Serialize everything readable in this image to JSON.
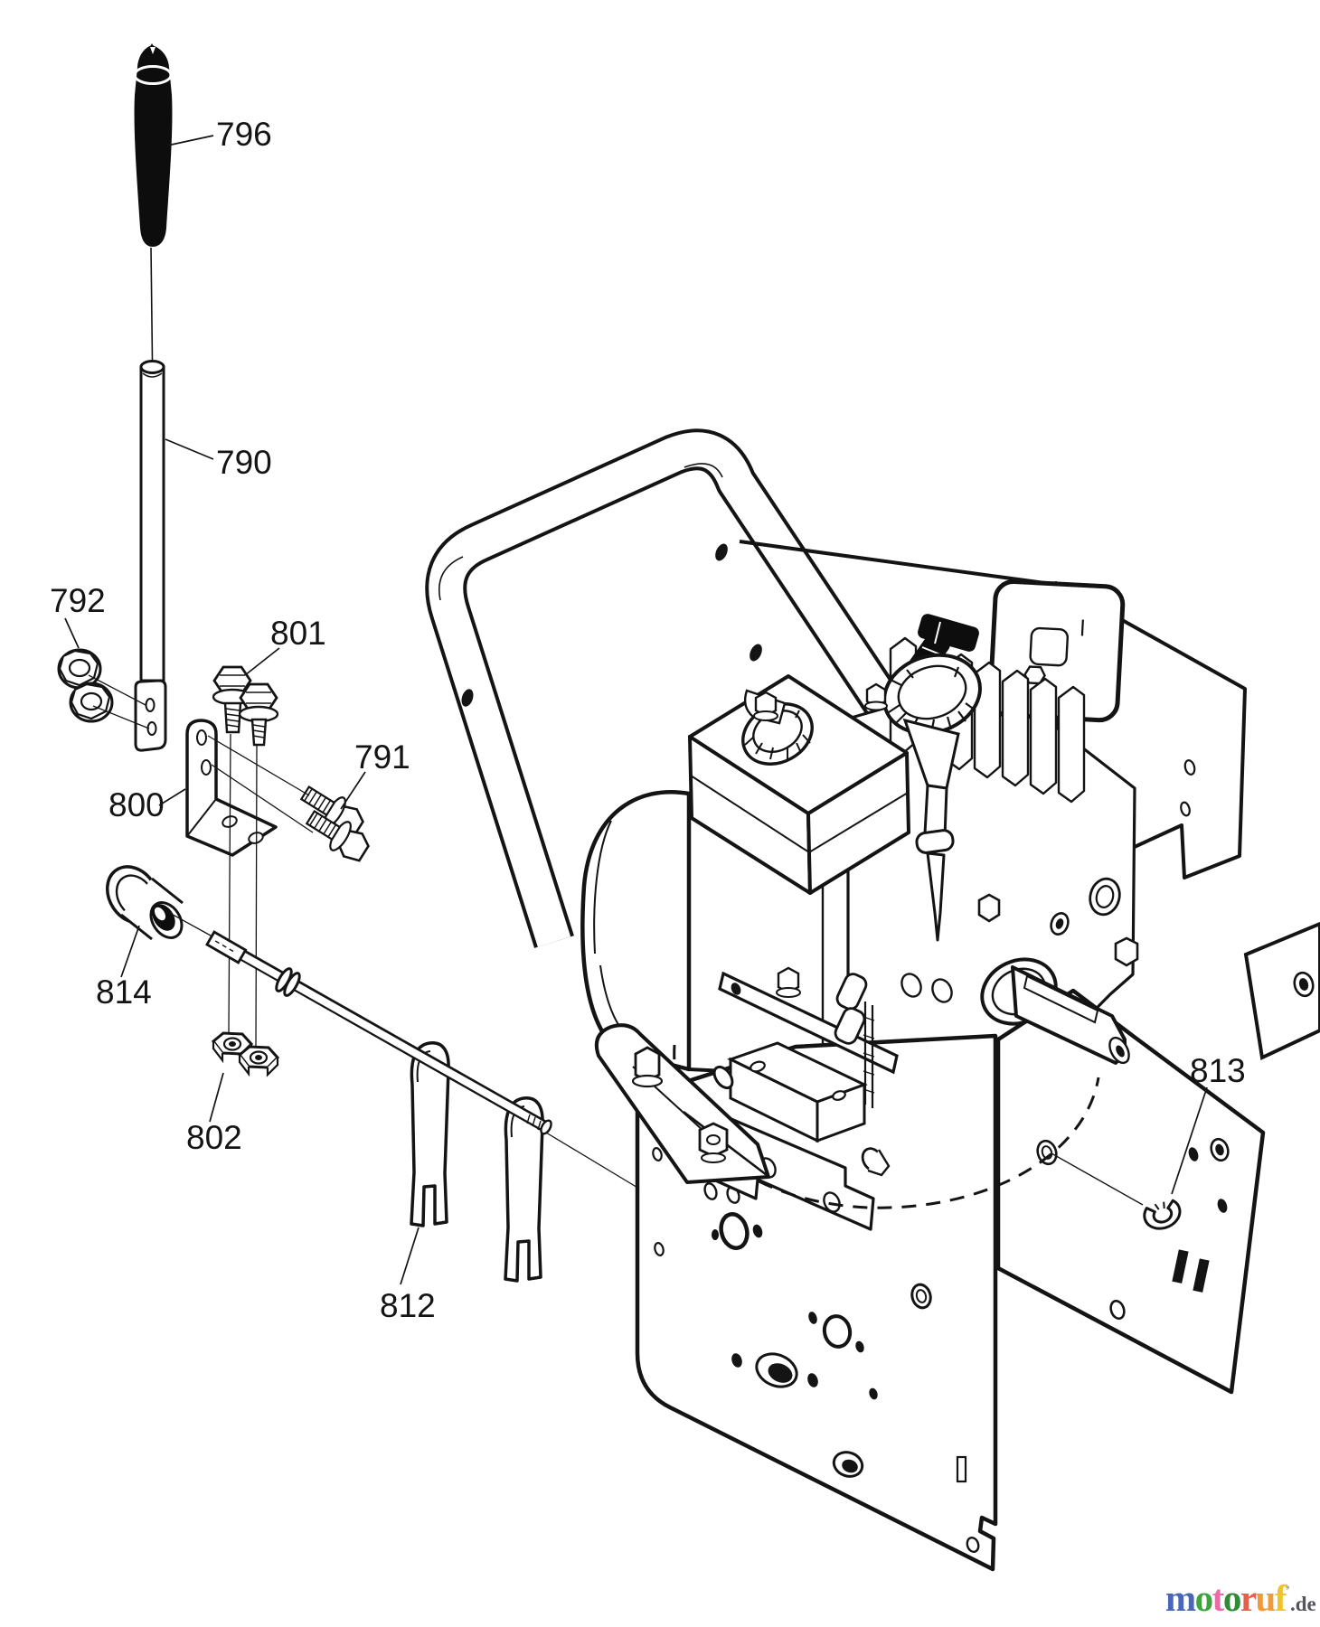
{
  "diagram": {
    "type": "exploded-parts-diagram",
    "subject": "snow thrower engine / shift lever assembly",
    "part_labels": [
      {
        "ref": "796"
      },
      {
        "ref": "790"
      },
      {
        "ref": "792"
      },
      {
        "ref": "801"
      },
      {
        "ref": "791"
      },
      {
        "ref": "800"
      },
      {
        "ref": "814"
      },
      {
        "ref": "802"
      },
      {
        "ref": "812"
      },
      {
        "ref": "813"
      }
    ]
  },
  "watermark": {
    "letters": [
      {
        "ch": "m",
        "style": "color:#4a66b8"
      },
      {
        "ch": "o",
        "style": "color:#3fa33f"
      },
      {
        "ch": "t",
        "style": "color:#ea6ba8"
      },
      {
        "ch": "o",
        "style": "color:#2f8b36"
      },
      {
        "ch": "r",
        "style": "color:#e0614e"
      },
      {
        "ch": "u",
        "style": "color:#f29a39"
      },
      {
        "ch": "f",
        "style": "color:#eec32f"
      }
    ],
    "mark": "’",
    "suffix": ".de"
  }
}
